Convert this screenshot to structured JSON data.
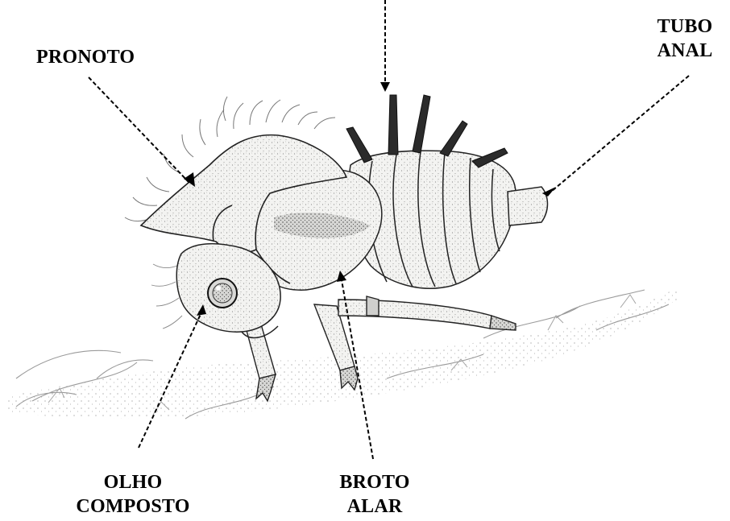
{
  "figure": {
    "labels": {
      "pronoto": {
        "lines": [
          "PRONOTO"
        ]
      },
      "tubo_anal": {
        "lines": [
          "TUBO",
          "ANAL"
        ]
      },
      "olho_composto": {
        "lines": [
          "OLHO",
          "COMPOSTO"
        ]
      },
      "broto_alar": {
        "lines": [
          "BROTO",
          "ALAR"
        ]
      }
    },
    "colors": {
      "ink": "#000000",
      "body_fill": "#f2f2f0",
      "shade": "#3a3a3a",
      "spine": "#2b2b2b",
      "ground": "#9a9a9a"
    }
  }
}
